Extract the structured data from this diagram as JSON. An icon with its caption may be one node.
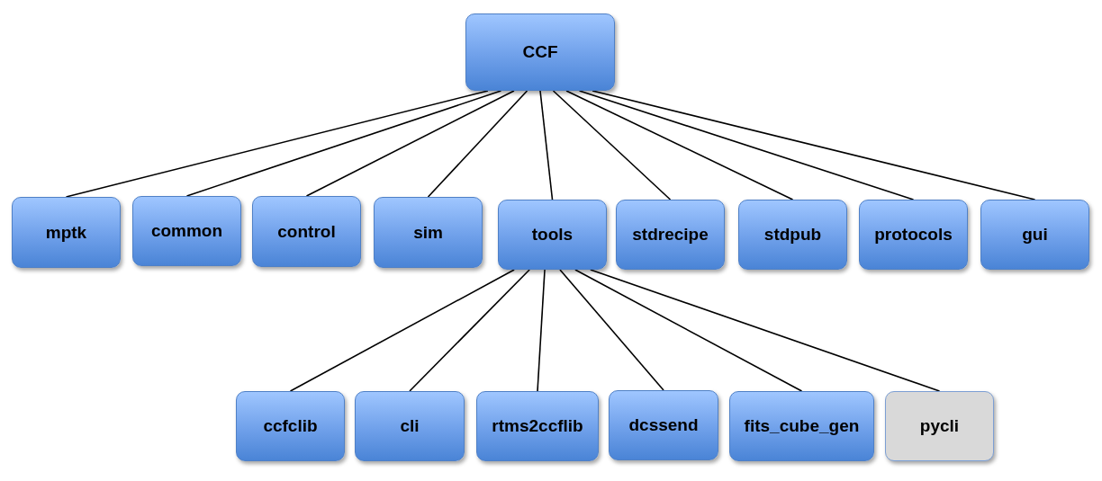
{
  "diagram": {
    "nodes": [
      {
        "text": [
          "CCF"
        ]
      },
      {
        "text": [
          "mptk"
        ]
      },
      {
        "text": [
          "common"
        ]
      },
      {
        "text": [
          "control"
        ]
      },
      {
        "text": [
          "sim"
        ]
      },
      {
        "text": [
          "tools"
        ]
      },
      {
        "text": [
          "stdrecipe"
        ]
      },
      {
        "text": [
          "stdpub"
        ]
      },
      {
        "text": [
          "protocols"
        ]
      },
      {
        "text": [
          "gui"
        ]
      },
      {
        "text": [
          "ccfclib"
        ]
      },
      {
        "text": [
          "cli"
        ]
      },
      {
        "text": [
          "rtms2ccflib"
        ]
      },
      {
        "text": [
          "dcssend"
        ]
      },
      {
        "text": [
          "fits_cube_gen"
        ]
      },
      {
        "text": [
          "pycli"
        ]
      }
    ],
    "edges": [
      {
        "from": 0,
        "to": 1,
        "arrow": "none"
      },
      {
        "from": 0,
        "to": 2,
        "arrow": "none"
      },
      {
        "from": 0,
        "to": 3,
        "arrow": "none"
      },
      {
        "from": 0,
        "to": 4,
        "arrow": "none"
      },
      {
        "from": 0,
        "to": 5,
        "arrow": "none"
      },
      {
        "from": 0,
        "to": 6,
        "arrow": "none"
      },
      {
        "from": 0,
        "to": 7,
        "arrow": "none"
      },
      {
        "from": 0,
        "to": 8,
        "arrow": "none"
      },
      {
        "from": 0,
        "to": 9,
        "arrow": "none"
      },
      {
        "from": 5,
        "to": 10,
        "arrow": "none"
      },
      {
        "from": 5,
        "to": 11,
        "arrow": "none"
      },
      {
        "from": 5,
        "to": 12,
        "arrow": "none"
      },
      {
        "from": 5,
        "to": 13,
        "arrow": "none"
      },
      {
        "from": 5,
        "to": 14,
        "arrow": "none"
      },
      {
        "from": 5,
        "to": 15,
        "arrow": "none"
      }
    ]
  }
}
